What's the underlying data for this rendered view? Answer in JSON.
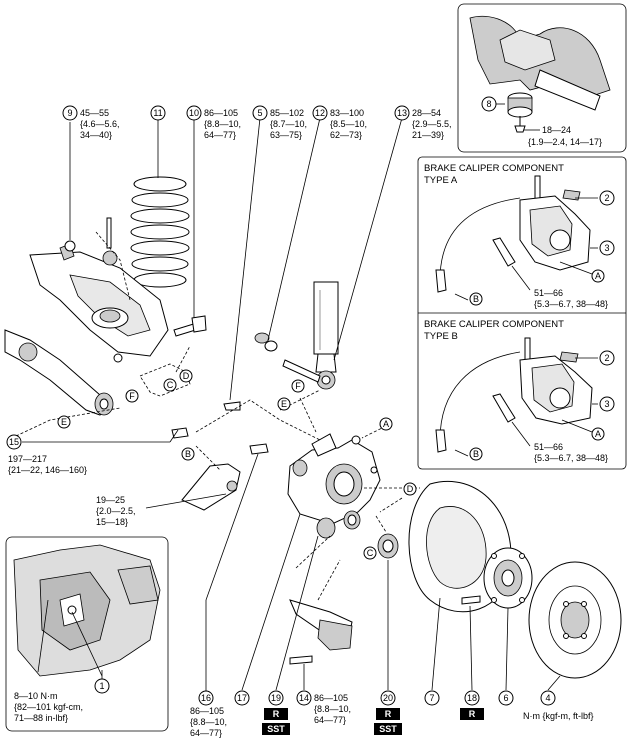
{
  "torques": {
    "t9": [
      "45—55",
      "{4.6—5.6,",
      "34—40}"
    ],
    "t10": [
      "86—105",
      "{8.8—10,",
      "64—77}"
    ],
    "t5": [
      "85—102",
      "{8.7—10,",
      "63—75}"
    ],
    "t12": [
      "83—100",
      "{8.5—10,",
      "62—73}"
    ],
    "t13": [
      "28—54",
      "{2.9—5.5,",
      "21—39}"
    ],
    "t8": [
      "18—24",
      "{1.9—2.4, 14—17}"
    ],
    "t15": [
      "197—217",
      "{21—22, 146—160}"
    ],
    "t19b": [
      "19—25",
      "{2.0—2.5,",
      "15—18}"
    ],
    "t1": [
      "8—10 N·m",
      "{82—101 kgf-cm,",
      "71—88 in-lbf}"
    ],
    "t16": [
      "86—105",
      "{8.8—10,",
      "64—77}"
    ],
    "t14": [
      "86—105",
      "{8.8—10,",
      "64—77}"
    ],
    "caliperA": [
      "51—66",
      "{5.3—6.7, 38—48}"
    ],
    "caliperB": [
      "51—66",
      "{5.3—6.7, 38—48}"
    ]
  },
  "panels": {
    "type_a": [
      "BRAKE CALIPER COMPONENT",
      "TYPE A"
    ],
    "type_b": [
      "BRAKE CALIPER COMPONENT",
      "TYPE B"
    ]
  },
  "callouts": {
    "n1": "1",
    "n2a": "2",
    "n2b": "2",
    "n3a": "3",
    "n3b": "3",
    "n4": "4",
    "n5": "5",
    "n6": "6",
    "n7": "7",
    "n8": "8",
    "n9": "9",
    "n10": "10",
    "n11": "11",
    "n12": "12",
    "n13": "13",
    "n14": "14",
    "n15": "15",
    "n16": "16",
    "n17": "17",
    "n18": "18",
    "n19": "19",
    "n20": "20"
  },
  "refs": {
    "A1": "A",
    "A2": "A",
    "A3": "A",
    "B1": "B",
    "B2": "B",
    "B3": "B",
    "C1": "C",
    "C2": "C",
    "D1": "D",
    "D2": "D",
    "E1": "E",
    "E2": "E",
    "F1": "F",
    "F2": "F"
  },
  "badges": {
    "r19": "R",
    "sst19": "SST",
    "r20": "R",
    "sst20": "SST",
    "r18": "R"
  },
  "units": "N·m {kgf-m, ft-lbf}"
}
